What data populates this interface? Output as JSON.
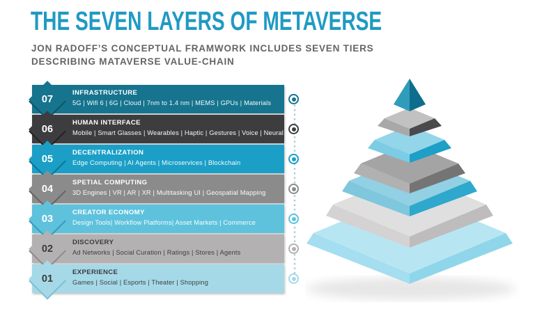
{
  "header": {
    "title": "THE SEVEN LAYERS OF METAVERSE",
    "subtitle": "JON RADOFF’S CONCEPTUAL FRAMWORK INCLUDES SEVEN TIERS DESCRIBING MATAVERSE VALUE-CHAIN",
    "title_color": "#1f9ac3"
  },
  "layers": [
    {
      "number": "07",
      "title": "INFRASTRUCTURE",
      "description": "5G | Wifi 6 | 6G | Cloud | 7nm to 1.4 nm | MEMS | GPUs | Materials",
      "bar_color": "#16748e",
      "shadow_color": "#0d566c",
      "text_color": "#ffffff"
    },
    {
      "number": "06",
      "title": "HUMAN INTERFACE",
      "description": "Mobile | Smart Glasses | Wearables | Haptic | Gestures | Voice | Neural",
      "bar_color": "#3d3d3f",
      "shadow_color": "#242426",
      "text_color": "#ffffff"
    },
    {
      "number": "05",
      "title": "DECENTRALIZATION",
      "description": "Edge Computing | AI Agents | Microservices | Blockchain",
      "bar_color": "#1b9fc7",
      "shadow_color": "#0f7697",
      "text_color": "#ffffff"
    },
    {
      "number": "04",
      "title": "SPETIAL COMPUTING",
      "description": "3D Engines | VR | AR | XR | Multitasking UI | Geospatial Mapping",
      "bar_color": "#8c8b8b",
      "shadow_color": "#676666",
      "text_color": "#ffffff"
    },
    {
      "number": "03",
      "title": "CREATOR ECONOMY",
      "description": "Design Tools| Workflow Platforms| Asset Markets | Commerce",
      "bar_color": "#5ec2dd",
      "shadow_color": "#3a9cb9",
      "text_color": "#ffffff"
    },
    {
      "number": "02",
      "title": "DISCOVERY",
      "description": "Ad Networks | Social Curation | Ratings | Stores | Agents",
      "bar_color": "#b3b1b1",
      "shadow_color": "#8f8d8d",
      "text_color": "#3b3b3b"
    },
    {
      "number": "01",
      "title": "EXPERIENCE",
      "description": "Games | Social | Esports | Theater | Shopping",
      "bar_color": "#a5d9e8",
      "shadow_color": "#7fc0d4",
      "text_color": "#3b3b3b"
    }
  ],
  "timeline": {
    "dotted_line_color": "#a3ccd9"
  },
  "pyramid": {
    "cap": {
      "left": "#2f9cba",
      "right": "#0e6d8c"
    },
    "tiers": [
      {
        "top": "#c2c1c1",
        "left": "#a9a8a8",
        "right": "#4a4a4c"
      },
      {
        "top": "#93d5e9",
        "left": "#7bcce4",
        "right": "#1d9fc7"
      },
      {
        "top": "#a5a4a4",
        "left": "#b2b1b1",
        "right": "#757474"
      },
      {
        "top": "#92d0e4",
        "left": "#7fc7dd",
        "right": "#2ea8cc"
      },
      {
        "top": "#e0dfdf",
        "left": "#d4d2d2",
        "right": "#bebcbc"
      },
      {
        "top": "#b7e6f2",
        "left": "#a4def0",
        "right": "#8fd6ea"
      }
    ],
    "ground_shadow_color": "#e6e6e6"
  }
}
